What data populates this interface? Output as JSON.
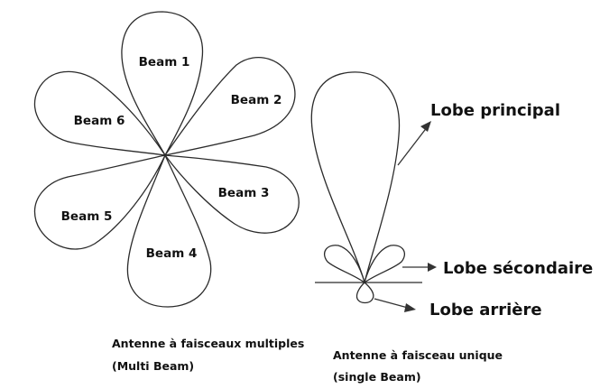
{
  "multi_beam": {
    "beams": [
      {
        "label": "Beam 1"
      },
      {
        "label": "Beam 2"
      },
      {
        "label": "Beam 3"
      },
      {
        "label": "Beam 4"
      },
      {
        "label": "Beam 5"
      },
      {
        "label": "Beam 6"
      }
    ],
    "caption_line1": "Antenne à faisceaux multiples",
    "caption_line2": "(Multi Beam)"
  },
  "single_beam": {
    "main_lobe_label": "Lobe principal",
    "side_lobe_label": "Lobe sécondaire",
    "back_lobe_label": "Lobe arrière",
    "caption_line1": "Antenne à faisceau unique",
    "caption_line2": "(single Beam)"
  },
  "colors": {
    "stroke": "#2b2b2b",
    "text": "#111111",
    "background": "#ffffff"
  }
}
